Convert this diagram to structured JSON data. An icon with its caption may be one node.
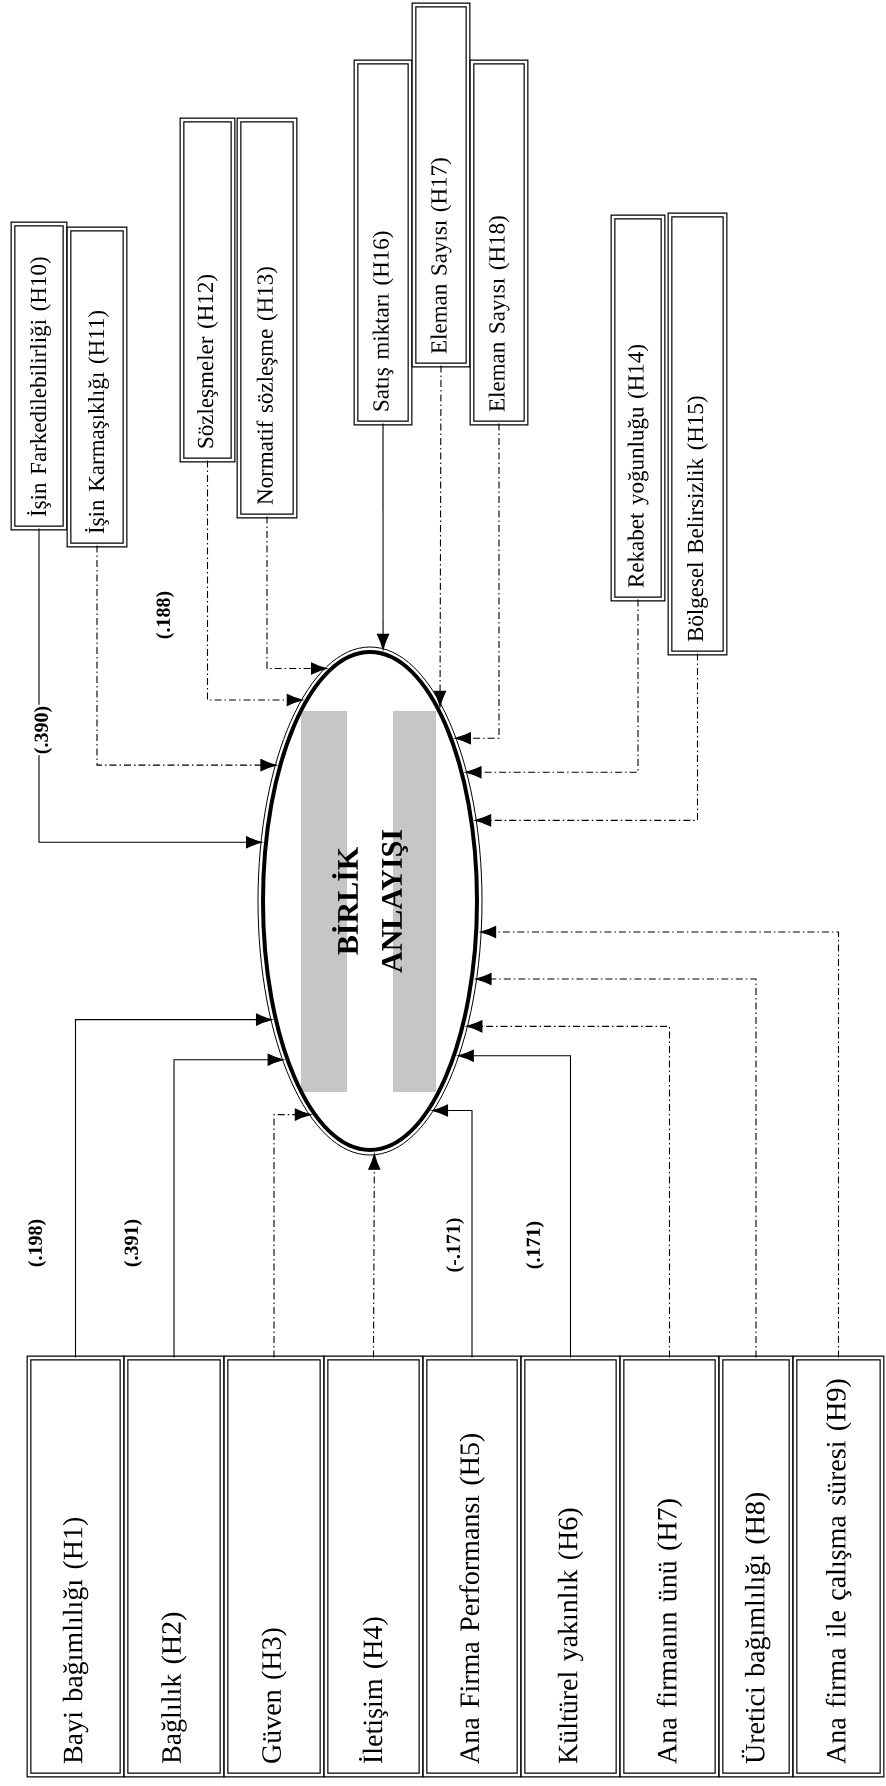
{
  "diagram": {
    "nodes": [
      {
        "text": [
          "Bayi bağımlılığı (H1)"
        ]
      },
      {
        "text": [
          "Bağlılık (H2)"
        ]
      },
      {
        "text": [
          "Güven (H3)"
        ]
      },
      {
        "text": [
          "İletişim (H4)"
        ]
      },
      {
        "text": [
          "Ana Firma Performansı (H5)"
        ]
      },
      {
        "text": [
          "Kültürel yakınlık (H6)"
        ]
      },
      {
        "text": [
          "Ana firmanın ünü (H7)"
        ]
      },
      {
        "text": [
          "Üretici bağımlılığı (H8)"
        ]
      },
      {
        "text": [
          "Ana firma ile çalışma süresi (H9)"
        ]
      },
      {
        "text": [
          "BİRLİK ANLAYIŞI"
        ]
      },
      {
        "text": [
          "İşin Farkedilebilirliği (H10)"
        ]
      },
      {
        "text": [
          "İşin Karmaşıklığı (H11)"
        ]
      },
      {
        "text": [
          "Sözleşmeler (H12)"
        ]
      },
      {
        "text": [
          "Normatif sözleşme (H13)"
        ]
      },
      {
        "text": [
          "Satış miktarı (H16)"
        ]
      },
      {
        "text": [
          "Eleman Sayısı (H17)"
        ]
      },
      {
        "text": [
          "Eleman Sayısı (H18)"
        ]
      },
      {
        "text": [
          "Rekabet yoğunluğu (H14)"
        ]
      },
      {
        "text": [
          "Bölgesel Belirsizlik (H15)"
        ]
      }
    ],
    "edges": [
      {
        "from": 0,
        "to": 9,
        "arrow": "to",
        "label": "(.198)"
      },
      {
        "from": 1,
        "to": 9,
        "arrow": "to",
        "label": "(.391)"
      },
      {
        "from": 2,
        "to": 9,
        "arrow": "to",
        "style": "dashed"
      },
      {
        "from": 3,
        "to": 9,
        "arrow": "to",
        "style": "dashed"
      },
      {
        "from": 4,
        "to": 9,
        "arrow": "to",
        "label": "(-.171)"
      },
      {
        "from": 5,
        "to": 9,
        "arrow": "to",
        "label": "(.171)"
      },
      {
        "from": 6,
        "to": 9,
        "arrow": "to",
        "style": "dashed"
      },
      {
        "from": 7,
        "to": 9,
        "arrow": "to",
        "style": "dashed"
      },
      {
        "from": 8,
        "to": 9,
        "arrow": "to",
        "style": "dashed"
      },
      {
        "from": 10,
        "to": 9,
        "arrow": "to",
        "label": "(.390)"
      },
      {
        "from": 11,
        "to": 9,
        "arrow": "to",
        "style": "dashed"
      },
      {
        "from": 12,
        "to": 9,
        "arrow": "to",
        "style": "dashed",
        "label": "(.188)"
      },
      {
        "from": 13,
        "to": 9,
        "arrow": "to",
        "style": "dashed"
      },
      {
        "from": 14,
        "to": 9,
        "arrow": "to"
      },
      {
        "from": 15,
        "to": 9,
        "arrow": "to",
        "style": "dashed"
      },
      {
        "from": 16,
        "to": 9,
        "arrow": "to",
        "style": "dashed"
      },
      {
        "from": 17,
        "to": 9,
        "arrow": "to",
        "style": "dashed"
      },
      {
        "from": 18,
        "to": 9,
        "arrow": "to",
        "style": "dashed"
      }
    ]
  }
}
